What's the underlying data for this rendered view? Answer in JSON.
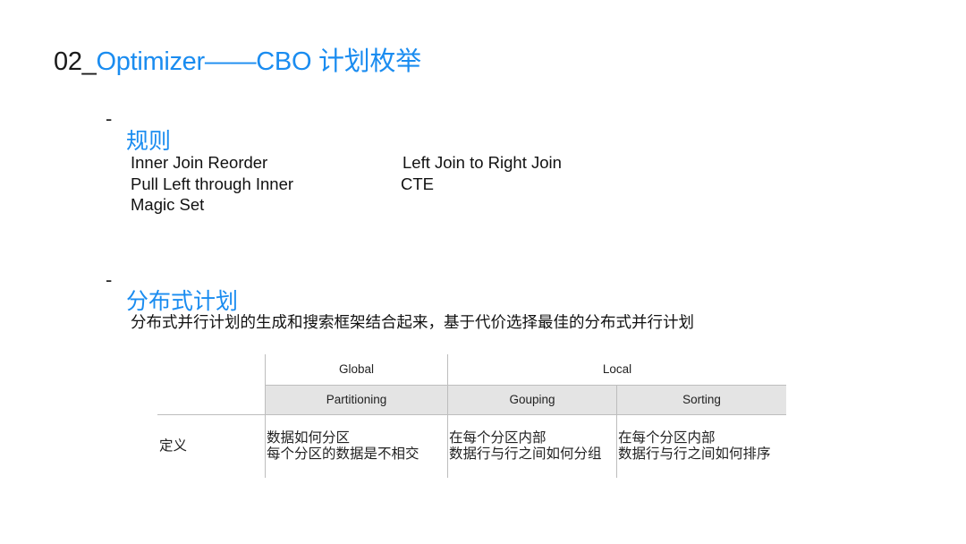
{
  "title": {
    "number": "02_",
    "text": "Optimizer——CBO 计划枚举"
  },
  "sections": [
    {
      "bullet": "-",
      "heading": "规则",
      "rules": [
        "Inner Join Reorder",
        "Left Join to Right Join",
        "Pull Left through Inner",
        "CTE",
        "Magic Set"
      ]
    },
    {
      "bullet": "-",
      "heading": "分布式计划",
      "description": "分布式并行计划的生成和搜索框架结合起来，基于代价选择最佳的分布式并行计划"
    }
  ],
  "table": {
    "group_headers": [
      "Global",
      "Local"
    ],
    "sub_headers": [
      "Partitioning",
      "Gouping",
      "Sorting"
    ],
    "rows": [
      {
        "label": "定义",
        "cells": [
          [
            "数据如何分区",
            "每个分区的数据是不相交"
          ],
          [
            "在每个分区内部",
            "数据行与行之间如何分组"
          ],
          [
            "在每个分区内部",
            "数据行与行之间如何排序"
          ]
        ]
      }
    ]
  },
  "colors": {
    "accent": "#1a8cf0",
    "text": "#111111",
    "table_header_bg": "#e4e4e4",
    "table_line": "#bdbdbd"
  }
}
